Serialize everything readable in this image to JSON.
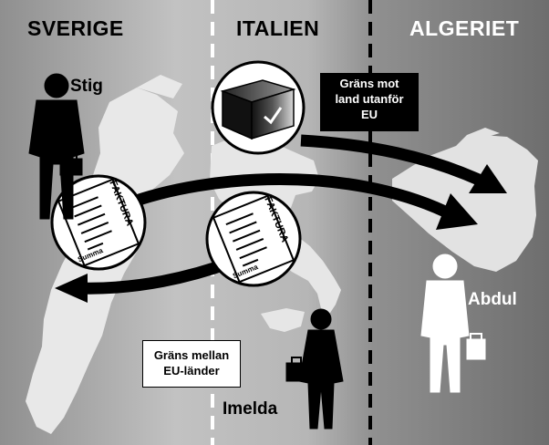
{
  "regions": [
    {
      "name": "SVERIGE",
      "color": "#000000"
    },
    {
      "name": "ITALIEN",
      "color": "#000000"
    },
    {
      "name": "ALGERIET",
      "color": "#ffffff"
    }
  ],
  "people": {
    "stig": "Stig",
    "imelda": "Imelda",
    "abdul": "Abdul"
  },
  "borders": {
    "non_eu": {
      "lines": [
        "Gräns mot",
        "land utanför",
        "EU"
      ]
    },
    "intra_eu": {
      "lines": [
        "Gräns mellan",
        "EU-länder"
      ]
    }
  },
  "invoice_icons": [
    {
      "title": "FAKTURA",
      "sum_label": "Summa"
    },
    {
      "title": "FAKTURA",
      "sum_label": "Summa"
    }
  ],
  "colors": {
    "background_left": "#a9a9a9",
    "background_mid": "#c4c4c4",
    "background_right": "#8a8a8a",
    "map_land": "#e6e6e6",
    "ink": "#000000"
  }
}
